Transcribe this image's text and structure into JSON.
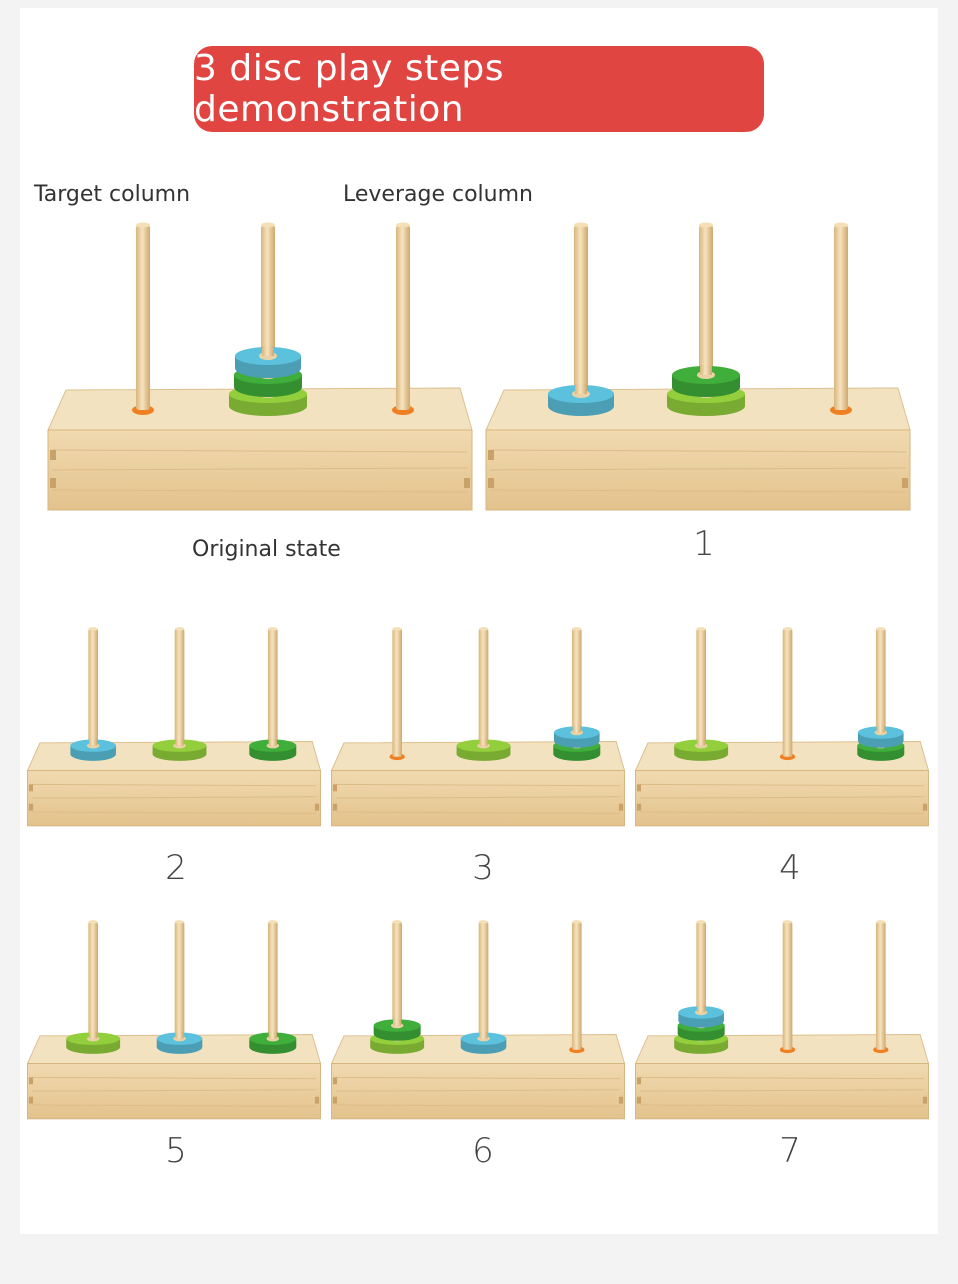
{
  "title": "3 disc play steps demonstration",
  "labels": {
    "target_column": "Target column",
    "leverage_column": "Leverage column",
    "original_state": "Original state"
  },
  "colors": {
    "banner": "#e04541",
    "disc_small": "#5cc1dc",
    "disc_medium": "#3fae3a",
    "disc_large": "#93cf3c",
    "peg_hole": "#f07f22",
    "wood": "#eacc9a"
  },
  "steps": [
    {
      "label": "",
      "pegs": [
        [],
        [
          "large",
          "medium",
          "small"
        ],
        []
      ]
    },
    {
      "label": "1",
      "pegs": [
        [
          "small"
        ],
        [
          "large",
          "medium"
        ],
        []
      ]
    },
    {
      "label": "2",
      "pegs": [
        [
          "small"
        ],
        [
          "large"
        ],
        [
          "medium"
        ]
      ]
    },
    {
      "label": "3",
      "pegs": [
        [],
        [
          "large"
        ],
        [
          "medium",
          "small"
        ]
      ]
    },
    {
      "label": "4",
      "pegs": [
        [
          "large"
        ],
        [],
        [
          "medium",
          "small"
        ]
      ]
    },
    {
      "label": "5",
      "pegs": [
        [
          "large"
        ],
        [
          "small"
        ],
        [
          "medium"
        ]
      ]
    },
    {
      "label": "6",
      "pegs": [
        [
          "large",
          "medium"
        ],
        [
          "small"
        ],
        []
      ]
    },
    {
      "label": "7",
      "pegs": [
        [
          "large",
          "medium",
          "small"
        ],
        [],
        []
      ]
    }
  ]
}
